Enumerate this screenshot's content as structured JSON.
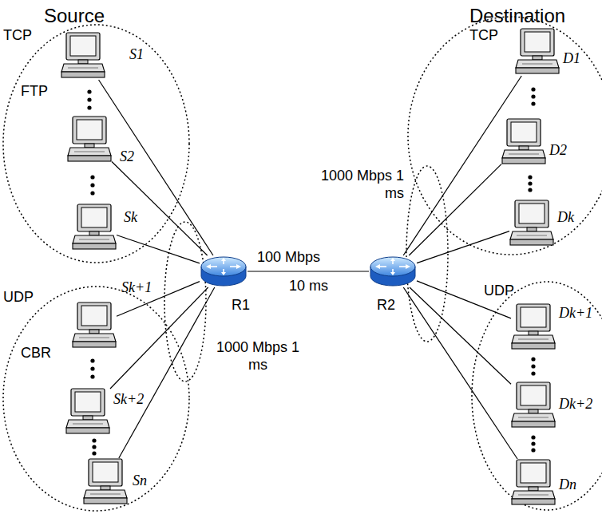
{
  "diagram": {
    "nodes": [
      {
        "text": [
          "TCP",
          "FTP"
        ]
      },
      {
        "text": [
          "S1"
        ],
        "in": 0
      },
      {
        "text": [
          "S2"
        ],
        "in": 0
      },
      {
        "text": [
          "Sk"
        ],
        "in": 0
      },
      {
        "text": [
          "UDP",
          "CBR"
        ]
      },
      {
        "text": [
          "Sk+1"
        ],
        "in": 4
      },
      {
        "text": [
          "Sk+2"
        ],
        "in": 4
      },
      {
        "text": [
          "Sn"
        ],
        "in": 4
      },
      {
        "text": [
          "R1"
        ]
      },
      {
        "text": [
          "R2"
        ]
      },
      {
        "text": [
          "TCP"
        ]
      },
      {
        "text": [
          "D1"
        ],
        "in": 10
      },
      {
        "text": [
          "D2"
        ],
        "in": 10
      },
      {
        "text": [
          "Dk"
        ],
        "in": 10
      },
      {
        "text": [
          "UDP"
        ]
      },
      {
        "text": [
          "Dk+1"
        ],
        "in": 14
      },
      {
        "text": [
          "Dk+2"
        ],
        "in": 14
      },
      {
        "text": [
          "Dn"
        ],
        "in": 14
      }
    ],
    "edges": [
      {
        "from": 1,
        "to": 8,
        "arrow": "none"
      },
      {
        "from": 2,
        "to": 8,
        "arrow": "none"
      },
      {
        "from": 3,
        "to": 8,
        "arrow": "none"
      },
      {
        "from": 5,
        "to": 8,
        "arrow": "none"
      },
      {
        "from": 6,
        "to": 8,
        "arrow": "none"
      },
      {
        "from": 7,
        "to": 8,
        "arrow": "none"
      },
      {
        "from": 8,
        "to": 9,
        "arrow": "none"
      },
      {
        "from": 9,
        "to": 11,
        "arrow": "none"
      },
      {
        "from": 9,
        "to": 12,
        "arrow": "none"
      },
      {
        "from": 9,
        "to": 13,
        "arrow": "none"
      },
      {
        "from": 9,
        "to": 15,
        "arrow": "none"
      },
      {
        "from": 9,
        "to": 16,
        "arrow": "none"
      },
      {
        "from": 9,
        "to": 17,
        "arrow": "none"
      }
    ],
    "labels": [
      "Source",
      "Destination",
      "1000 Mbps 1 ms",
      "1000 Mbps 1 ms",
      "100 Mbps",
      "10 ms"
    ]
  }
}
